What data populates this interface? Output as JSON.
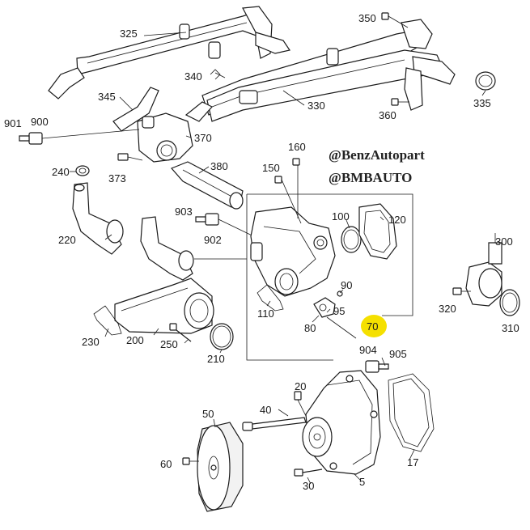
{
  "watermarks": [
    "@BenzAutopart",
    "@BMBAUTO"
  ],
  "highlight_color": "#f5e000",
  "labels": {
    "l325": "325",
    "l350": "350",
    "l340": "340",
    "l345": "345",
    "l330": "330",
    "l335": "335",
    "l360": "360",
    "l901": "901",
    "l900": "900",
    "l370": "370",
    "l240": "240",
    "l373": "373",
    "l380": "380",
    "l160": "160",
    "l150": "150",
    "l903": "903",
    "l902": "902",
    "l220": "220",
    "l100": "100",
    "l120": "120",
    "l300": "300",
    "l320": "320",
    "l310": "310",
    "l90": "90",
    "l110": "110",
    "l95": "95",
    "l80": "80",
    "l70": "70",
    "l230": "230",
    "l200": "200",
    "l250": "250",
    "l210": "210",
    "l904": "904",
    "l905": "905",
    "l20": "20",
    "l40": "40",
    "l50": "50",
    "l60": "60",
    "l30": "30",
    "l5": "5",
    "l17": "17"
  }
}
